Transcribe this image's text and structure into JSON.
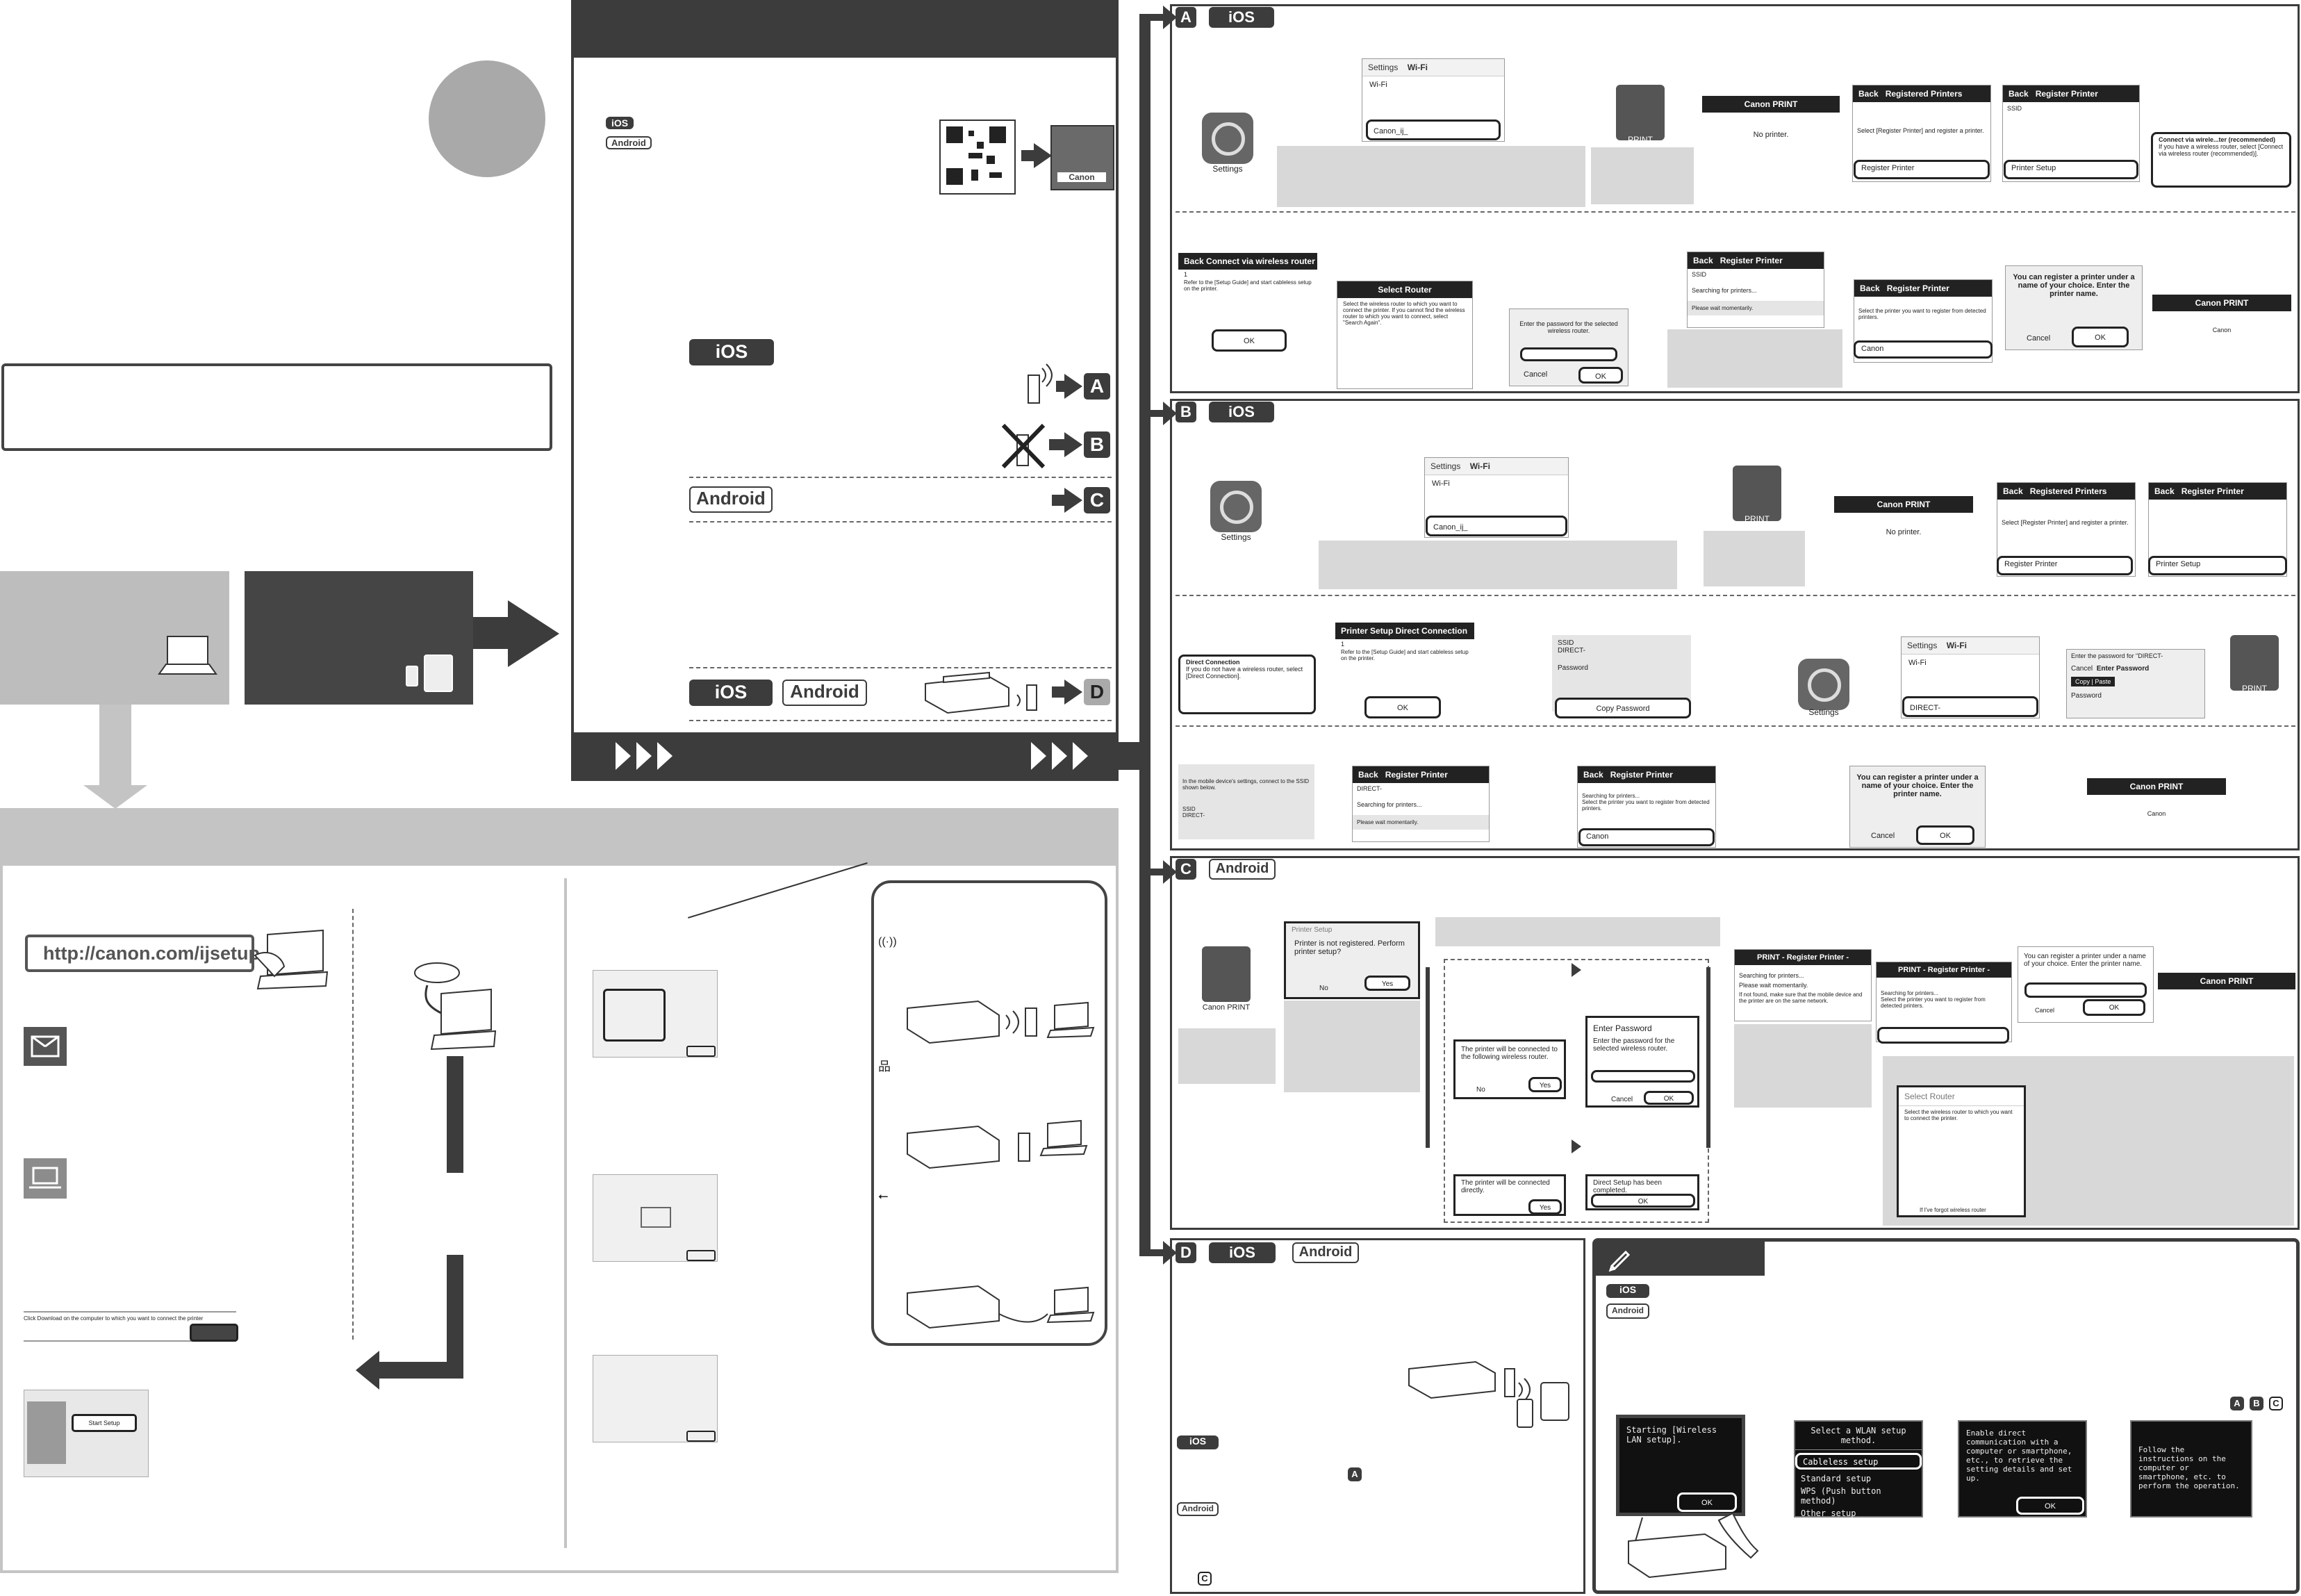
{
  "left": {
    "url": "http://canon.com/ijsetup",
    "download_text": "Click Download on the computer to which you want to connect the printer",
    "start_setup": "Start Setup"
  },
  "center": {
    "tags": {
      "ios": "iOS",
      "android": "Android"
    },
    "letters": {
      "a": "A",
      "b": "B",
      "c": "C",
      "d": "D"
    },
    "canon_logo": "Canon"
  },
  "sections": {
    "a": {
      "letter": "A",
      "tag": "iOS"
    },
    "b": {
      "letter": "B",
      "tag": "iOS"
    },
    "c": {
      "letter": "C",
      "tag": "Android"
    },
    "d": {
      "letter": "D",
      "tag1": "iOS",
      "tag2": "Android"
    },
    "note": {
      "tag1": "iOS",
      "tag2": "Android"
    }
  },
  "ios_screens": {
    "settings": "Settings",
    "wifi_title": "Wi-Fi",
    "wifi_label": "Wi-Fi",
    "back_settings": "Settings",
    "canon_network": "Canon_ij_",
    "print_label": "PRINT",
    "canon_print": "Canon PRINT",
    "no_printer": "No printer.",
    "back": "Back",
    "registered_printers": "Registered Printers",
    "register_instruction": "Select [Register Printer] and register a printer.",
    "register_printer": "Register Printer",
    "printer_setup": "Printer Setup",
    "ssid": "SSID",
    "connect_via_title": "Connect via wirele...ter (recommended)",
    "connect_via_text": "If you have a wireless router, select [Connect via wireless router (recommended)].",
    "back_connect": "Back  Connect via wireless router",
    "refer_text": "Refer to the [Setup Guide] and start cableless setup on the printer.",
    "ok": "OK",
    "select_router": "Select Router",
    "select_router_text": "Select the wireless router to which you want to connect the printer. If you cannot find the wireless router to which you want to connect, select \"Search Again\".",
    "enter_password_text": "Enter the password for the selected wireless router.",
    "cancel": "Cancel",
    "searching": "Searching for printers...",
    "please_wait": "Please wait momentarily.",
    "select_printer_text": "Select the printer you want to register from detected printers.",
    "name_dialog": "You can register a printer under a name of your choice. Enter the printer name.",
    "canon": "Canon",
    "direct_connection": "Direct Connection",
    "direct_text": "If you do not have a wireless router, select [Direct Connection].",
    "printer_setup_direct": "Printer Setup  Direct Connection",
    "password": "Password",
    "copy_password": "Copy Password",
    "direct_ssid": "DIRECT-",
    "enter_password_direct": "Enter the password for \"DIRECT-",
    "enter_password": "Enter Password",
    "copy": "Copy",
    "paste": "Paste",
    "mobile_settings_text": "In the mobile device's settings, connect to the SSID shown below.",
    "1": "1"
  },
  "android_screens": {
    "printer_setup": "Printer Setup",
    "not_registered": "Printer is not registered. Perform printer setup?",
    "no": "No",
    "yes": "Yes",
    "connected_router": "The printer will be connected to the following wireless router.",
    "enter_password": "Enter Password",
    "enter_pw_text": "Enter the password for the selected wireless router.",
    "cancel": "Cancel",
    "ok": "OK",
    "connected_directly": "The printer will be connected directly.",
    "direct_completed": "Direct Setup has been completed.",
    "print_register": "PRINT - Register Printer -",
    "searching": "Searching for printers...",
    "please_wait": "Please wait momentarily.",
    "not_found": "If not found, make sure that the mobile device and the printer are on the same network.",
    "select_printer": "Select the printer you want to register from detected printers.",
    "name_dialog": "You can register a printer under a name of your choice. Enter the printer name.",
    "canon_print": "Canon PRINT",
    "select_router": "Select Router",
    "select_router_text": "Select the wireless router to which you want to connect the printer.",
    "forgot_router": "If I've forgot wireless router"
  },
  "printer_lcd": {
    "starting": "Starting [Wireless LAN setup].",
    "ok": "OK",
    "menu_title": "Select a WLAN setup method.",
    "menu_items": [
      "Cableless setup",
      "Standard setup",
      "WPS (Push button method)",
      "Other setup"
    ],
    "direct_text": "Enable direct communication with a computer or smartphone, etc., to retrieve the setting details and set up.",
    "follow_text": "Follow the instructions on the computer or smartphone, etc. to perform the operation."
  }
}
